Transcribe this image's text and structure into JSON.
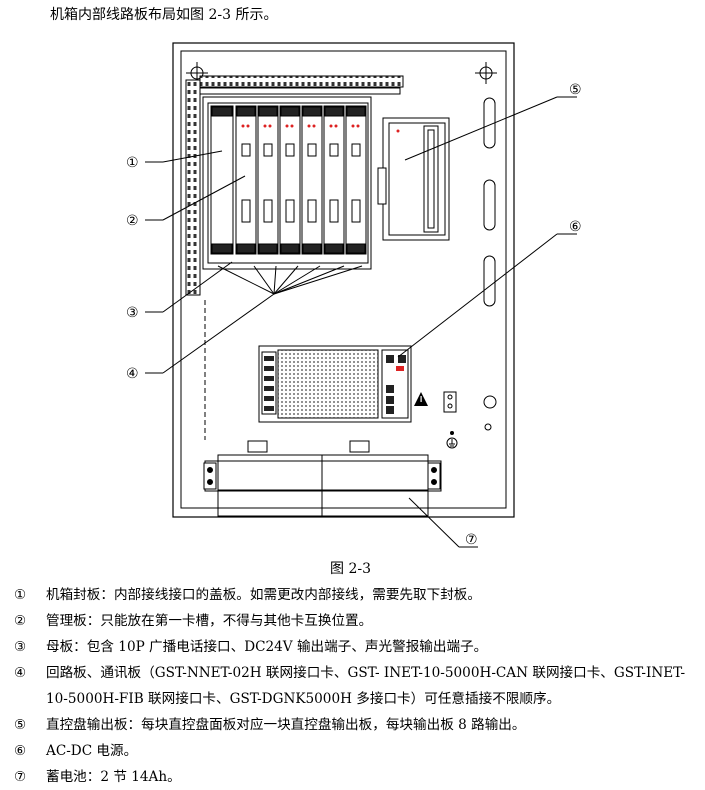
{
  "intro": "机箱内部线路板布局如图 2-3 所示。",
  "figure": {
    "caption": "图 2-3",
    "callouts": [
      "①",
      "②",
      "③",
      "④",
      "⑤",
      "⑥",
      "⑦"
    ]
  },
  "notes": [
    {
      "num": "①",
      "text": "机箱封板：内部接线接口的盖板。如需更改内部接线，需要先取下封板。"
    },
    {
      "num": "②",
      "text": "管理板：只能放在第一卡槽，不得与其他卡互换位置。"
    },
    {
      "num": "③",
      "text": "母板：包含 10P 广播电话接口、DC24V 输出端子、声光警报输出端子。"
    },
    {
      "num": "④",
      "text": "回路板、通讯板（GST-NNET-02H 联网接口卡、GST- INET-10-5000H-CAN 联网接口卡、GST-INET-10-5000H-FIB 联网接口卡、GST-DGNK5000H 多接口卡）可任意插接不限顺序。"
    },
    {
      "num": "⑤",
      "text": "直控盘输出板：每块直控盘面板对应一块直控盘输出板，每块输出板 8 路输出。"
    },
    {
      "num": "⑥",
      "text": "AC-DC 电源。"
    },
    {
      "num": "⑦",
      "text": "蓄电池：2 节 14Ah。"
    }
  ]
}
